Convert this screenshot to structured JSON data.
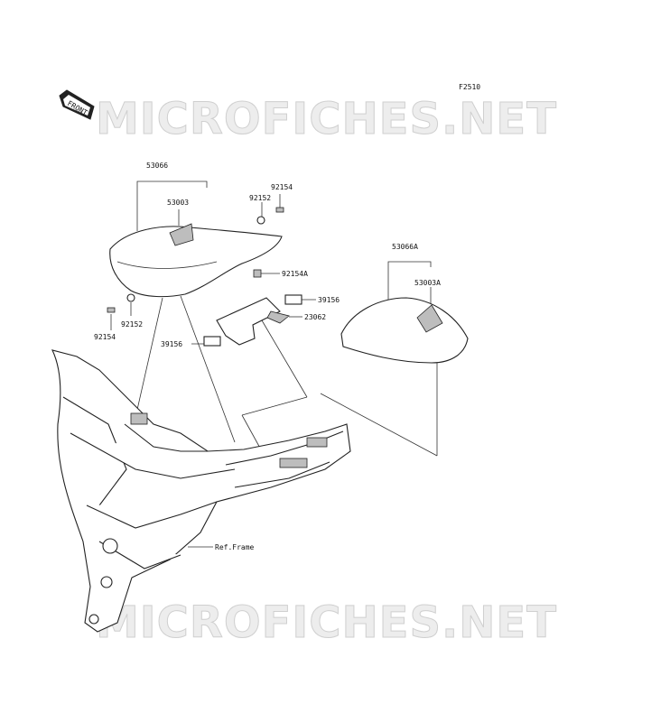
{
  "diagram": {
    "figure_code": "F2510",
    "front_badge": "FRONT",
    "watermark": "MICROFICHES.NET",
    "labels": {
      "seat_assy": "53066",
      "seat_cover": "53003",
      "collar_top": "92152",
      "bolt_top": "92154",
      "bolt_mid": "92154A",
      "damper_right": "39156",
      "bracket": "23062",
      "damper_left": "39156",
      "collar_left": "92152",
      "bolt_left": "92154",
      "rear_seat_assy": "53066A",
      "rear_seat_cover": "53003A",
      "frame_ref": "Ref.Frame"
    }
  }
}
